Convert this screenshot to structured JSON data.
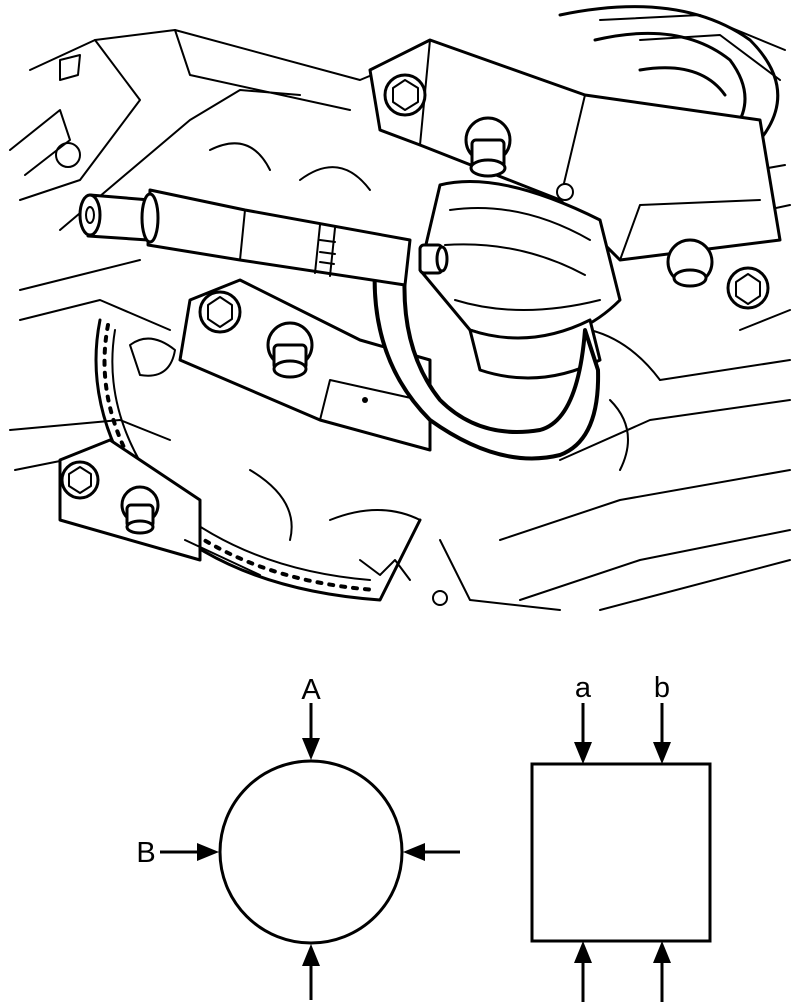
{
  "labels": {
    "circle_top": "A",
    "circle_left": "B",
    "square_left": "a",
    "square_right": "b"
  }
}
